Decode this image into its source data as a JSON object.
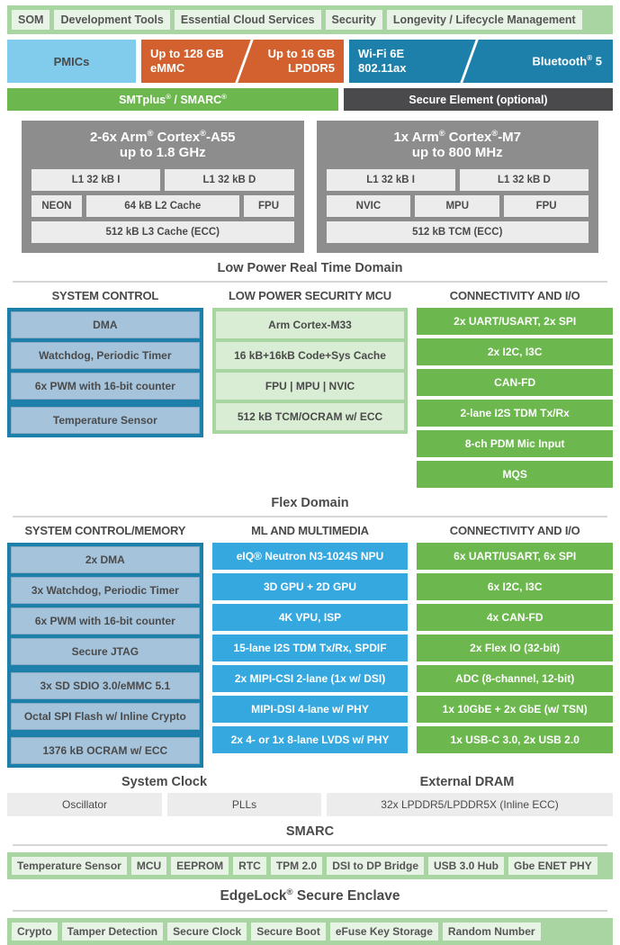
{
  "som_strip": {
    "items": [
      "SOM",
      "Development Tools",
      "Essential Cloud Services",
      "Security",
      "Longevity / Lifecycle Management"
    ]
  },
  "hardware_strip": {
    "pmics": "PMICs",
    "memory": {
      "left": "Up to 128 GB\neMMC",
      "left_l1": "Up to 128 GB",
      "left_l2": "eMMC",
      "right_l1": "Up to 16 GB",
      "right_l2": "LPDDR5"
    },
    "wireless": {
      "left_l1": "Wi-Fi 6E",
      "left_l2": "802.11ax",
      "right": "Bluetooth",
      "right_sup": "®",
      "right_tail": " 5"
    }
  },
  "module_strip": {
    "smtplus": "SMTplus",
    "smtplus_sup": "®",
    "smtplus_tail": " / SMARC",
    "smtplus_sup2": "®",
    "secure_element": "Secure Element (optional)"
  },
  "cores": [
    {
      "title_l1": "2-6x Arm",
      "title_sup": "®",
      "title_l1b": " Cortex",
      "title_sup2": "®",
      "title_l1c": "-A55",
      "title_l2": "up to 1.8 GHz",
      "rows": [
        [
          "L1 32 kB I",
          "L1 32 kB D"
        ],
        [
          "NEON",
          "64 kB L2 Cache",
          "FPU"
        ],
        [
          "512 kB L3 Cache (ECC)"
        ]
      ]
    },
    {
      "title_l1": "1x Arm",
      "title_sup": "®",
      "title_l1b": " Cortex",
      "title_sup2": "®",
      "title_l1c": "-M7",
      "title_l2": "up to 800 MHz",
      "rows": [
        [
          "L1 32 kB I",
          "L1 32 kB D"
        ],
        [
          "NVIC",
          "MPU",
          "FPU"
        ],
        [
          "512 kB TCM (ECC)"
        ]
      ]
    }
  ],
  "domain_low_power": {
    "banner": "Low Power Real Time Domain",
    "system_control": {
      "heading": "SYSTEM CONTROL",
      "group_a": [
        "DMA",
        "Watchdog, Periodic Timer",
        "6x PWM with 16-bit counter"
      ],
      "group_b": [
        "Temperature Sensor"
      ]
    },
    "security_mcu": {
      "heading": "LOW POWER SECURITY MCU",
      "items": [
        "Arm Cortex-M33",
        "16 kB+16kB Code+Sys Cache",
        "FPU | MPU | NVIC",
        "512 kB TCM/OCRAM w/ ECC"
      ]
    },
    "connectivity": {
      "heading": "CONNECTIVITY AND I/O",
      "items": [
        "2x UART/USART, 2x SPI",
        "2x I2C, I3C",
        "CAN-FD",
        "2-lane I2S TDM Tx/Rx",
        "8-ch PDM Mic Input",
        "MQS"
      ]
    }
  },
  "domain_flex": {
    "banner": "Flex Domain",
    "system_control": {
      "heading": "SYSTEM CONTROL/MEMORY",
      "group_a": [
        "2x DMA",
        "3x Watchdog, Periodic Timer",
        "6x PWM with 16-bit counter",
        "Secure JTAG"
      ],
      "group_b": [
        "3x SD SDIO 3.0/eMMC 5.1",
        "Octal SPI Flash w/ Inline Crypto"
      ],
      "group_c": [
        "1376 kB OCRAM w/ ECC"
      ]
    },
    "ml_multimedia": {
      "heading": "ML AND MULTIMEDIA",
      "items": [
        "eIQ® Neutron N3-1024S NPU",
        "3D GPU + 2D GPU",
        "4K VPU, ISP",
        "15-lane I2S TDM Tx/Rx, SPDIF",
        "2x MIPI-CSI 2-lane (1x w/ DSI)",
        "MIPI-DSI 4-lane w/ PHY",
        "2x 4- or 1x 8-lane LVDS w/ PHY"
      ]
    },
    "connectivity": {
      "heading": "CONNECTIVITY AND I/O",
      "items": [
        "6x UART/USART, 6x SPI",
        "6x I2C, I3C",
        "4x CAN-FD",
        "2x Flex IO (32-bit)",
        "ADC (8-channel, 12-bit)",
        "1x 10GbE + 2x GbE (w/ TSN)",
        "1x USB-C 3.0, 2x USB 2.0"
      ]
    }
  },
  "clock_dram": {
    "system_clock_heading": "System Clock",
    "external_dram_heading": "External DRAM",
    "cells": [
      "Oscillator",
      "PLLs",
      "32x LPDDR5/LPDDR5X (Inline ECC)"
    ]
  },
  "smarc": {
    "banner": "SMARC",
    "chips": [
      "Temperature Sensor",
      "MCU",
      "EEPROM",
      "RTC",
      "TPM 2.0",
      "DSI to DP Bridge",
      "USB 3.0 Hub",
      "Gbe ENET PHY"
    ]
  },
  "edgelock": {
    "banner": "EdgeLock",
    "banner_sup": "®",
    "banner_tail": " Secure Enclave",
    "chips": [
      "Crypto",
      "Tamper Detection",
      "Secure Clock",
      "Secure Boot",
      "eFuse Key Storage",
      "Random Number"
    ]
  },
  "colors": {
    "green_band": "#a9d5a2",
    "green_light": "#e7f3e4",
    "green_solid": "#6cb74e",
    "blue_band": "#1c80ab",
    "blue_item": "#a5c3db",
    "cyan": "#35a8e0",
    "orange": "#d2612f",
    "pmic_blue": "#81cbec",
    "dark_gray": "#4a4a4d",
    "core_gray": "#8d8d8d",
    "cell_gray": "#ececec"
  }
}
